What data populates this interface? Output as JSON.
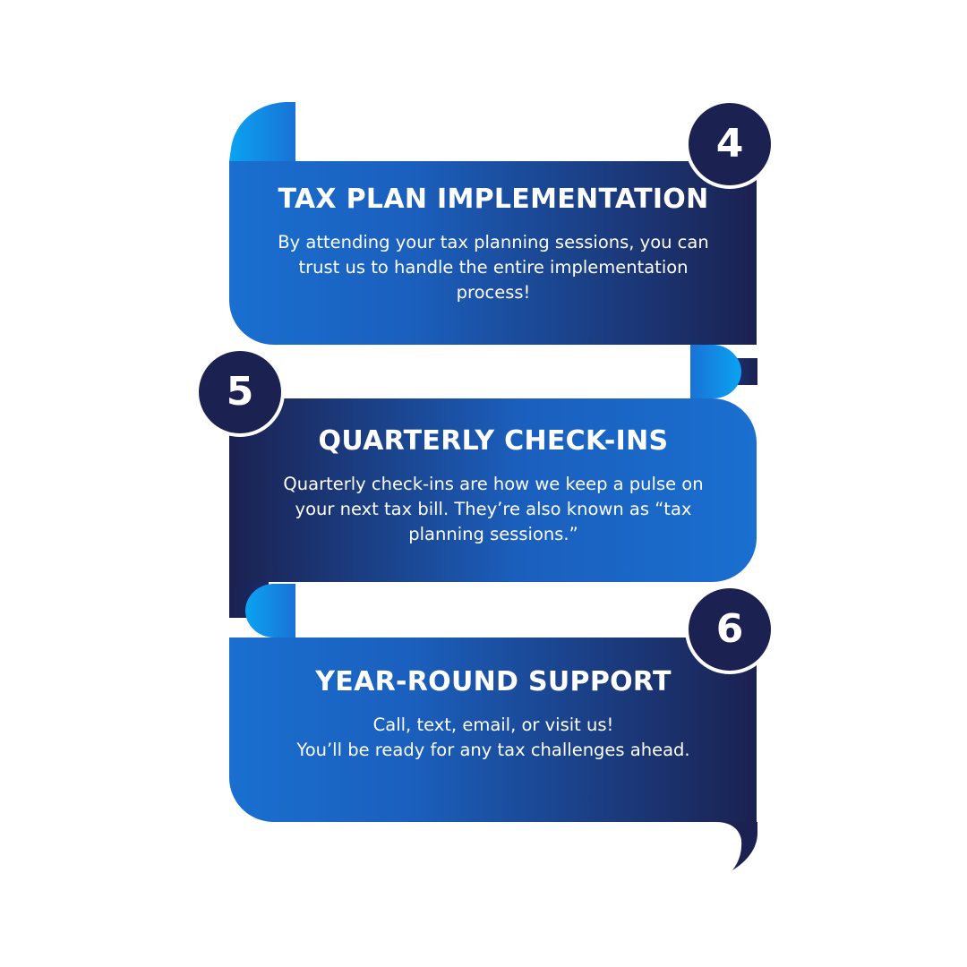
{
  "steps": [
    {
      "number": "4",
      "title": "TAX PLAN IMPLEMENTATION",
      "description_lines": [
        "By attending your tax planning sessions, you can",
        "trust us to handle the entire implementation",
        "process!"
      ]
    },
    {
      "number": "5",
      "title": "QUARTERLY CHECK-INS",
      "description_lines": [
        "Quarterly check-ins are how we keep a pulse on",
        "your next tax bill. They’re also known as “tax",
        "planning sessions.”"
      ]
    },
    {
      "number": "6",
      "title": "YEAR-ROUND SUPPORT",
      "description_lines": [
        "Call, text, email, or visit us!",
        "You’ll be ready for any tax challenges ahead."
      ]
    }
  ],
  "colors": {
    "navy": "#1b2150",
    "blue": "#1a6fd0",
    "light_blue": "#0aa3f2",
    "white": "#ffffff",
    "background": "#ffffff"
  }
}
